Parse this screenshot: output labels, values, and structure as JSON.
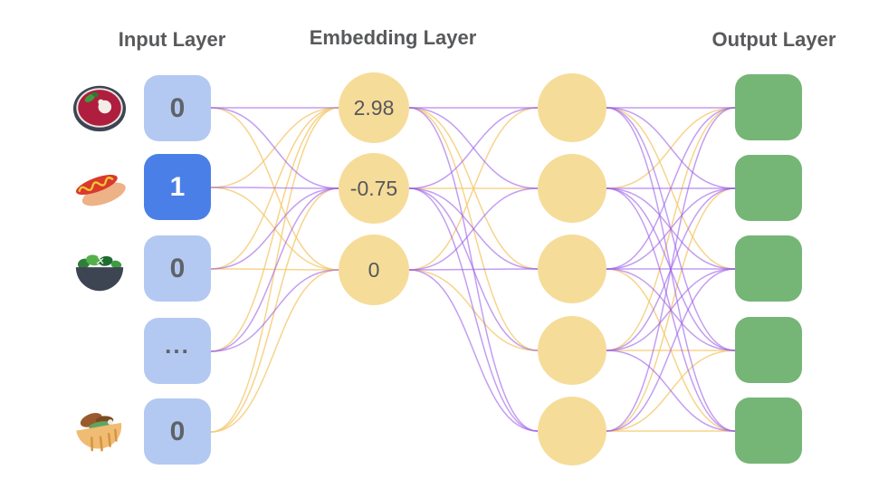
{
  "layers": {
    "input": {
      "label": "Input Layer",
      "nodes": [
        {
          "value": "0",
          "active": false,
          "icon": "soup-icon"
        },
        {
          "value": "1",
          "active": true,
          "icon": "hotdog-icon"
        },
        {
          "value": "0",
          "active": false,
          "icon": "salad-bowl-icon"
        },
        {
          "value": "...",
          "active": false,
          "icon": null
        },
        {
          "value": "0",
          "active": false,
          "icon": "pita-icon"
        }
      ]
    },
    "embedding": {
      "label": "Embedding Layer",
      "nodes": [
        {
          "value": "2.98"
        },
        {
          "value": "-0.75"
        },
        {
          "value": "0"
        }
      ]
    },
    "hidden": {
      "label": "",
      "node_count": 5
    },
    "output": {
      "label": "Output Layer",
      "node_count": 5
    }
  },
  "colors": {
    "background": "#ffffff",
    "title_text": "#58595b",
    "input_box": "#b3c9f2",
    "input_box_active": "#4b7fe8",
    "input_text": "#5f6368",
    "input_text_active": "#ffffff",
    "node_yellow": "#f6dc99",
    "output_green": "#75b576",
    "edge_purple": "#9b5de8",
    "edge_yellow": "#f5c96f"
  },
  "edges": {
    "input_embedding": [
      [
        "P",
        "P",
        "Y"
      ],
      [
        "Y",
        "P",
        "Y"
      ],
      [
        "Y",
        "P",
        "Y"
      ],
      [
        "Y",
        "P",
        "P"
      ],
      [
        "Y",
        "Y",
        "Y"
      ]
    ],
    "embedding_hidden": [
      [
        "P",
        "P",
        "Y",
        "Y",
        "P"
      ],
      [
        "P",
        "Y",
        "P",
        "P",
        "P"
      ],
      [
        "Y",
        "P",
        "P",
        "Y",
        "P"
      ]
    ],
    "hidden_output": [
      [
        "P",
        "P",
        "Y",
        "P",
        "P"
      ],
      [
        "Y",
        "P",
        "P",
        "P",
        "P"
      ],
      [
        "P",
        "P",
        "P",
        "P",
        "Y"
      ],
      [
        "Y",
        "P",
        "P",
        "Y",
        "P"
      ],
      [
        "P",
        "Y",
        "P",
        "Y",
        "Y"
      ]
    ]
  }
}
